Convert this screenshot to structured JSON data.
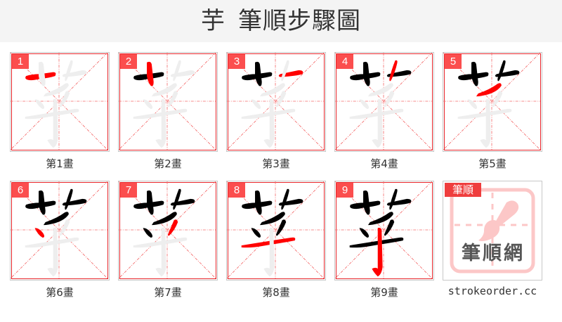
{
  "header": {
    "character": "芋",
    "title": "筆順步驟圖"
  },
  "colors": {
    "active_stroke": "#ff0000",
    "done_stroke": "#000000",
    "ghost_stroke": "#eeeeee",
    "grid_line": "#f56b6b",
    "border": "#e8262b",
    "badge": "#fb4e4e"
  },
  "steps": [
    {
      "number": "1",
      "label": "第1畫",
      "stroke_index": 1
    },
    {
      "number": "2",
      "label": "第2畫",
      "stroke_index": 2
    },
    {
      "number": "3",
      "label": "第3畫",
      "stroke_index": 3
    },
    {
      "number": "4",
      "label": "第4畫",
      "stroke_index": 4
    },
    {
      "number": "5",
      "label": "第5畫",
      "stroke_index": 5
    },
    {
      "number": "6",
      "label": "第6畫",
      "stroke_index": 6
    },
    {
      "number": "7",
      "label": "第7畫",
      "stroke_index": 7
    },
    {
      "number": "8",
      "label": "第8畫",
      "stroke_index": 8
    },
    {
      "number": "9",
      "label": "第9畫",
      "stroke_index": 9
    }
  ],
  "logo": {
    "tag": "筆順",
    "text": "筆順網",
    "site": "strokeorder.cc"
  }
}
